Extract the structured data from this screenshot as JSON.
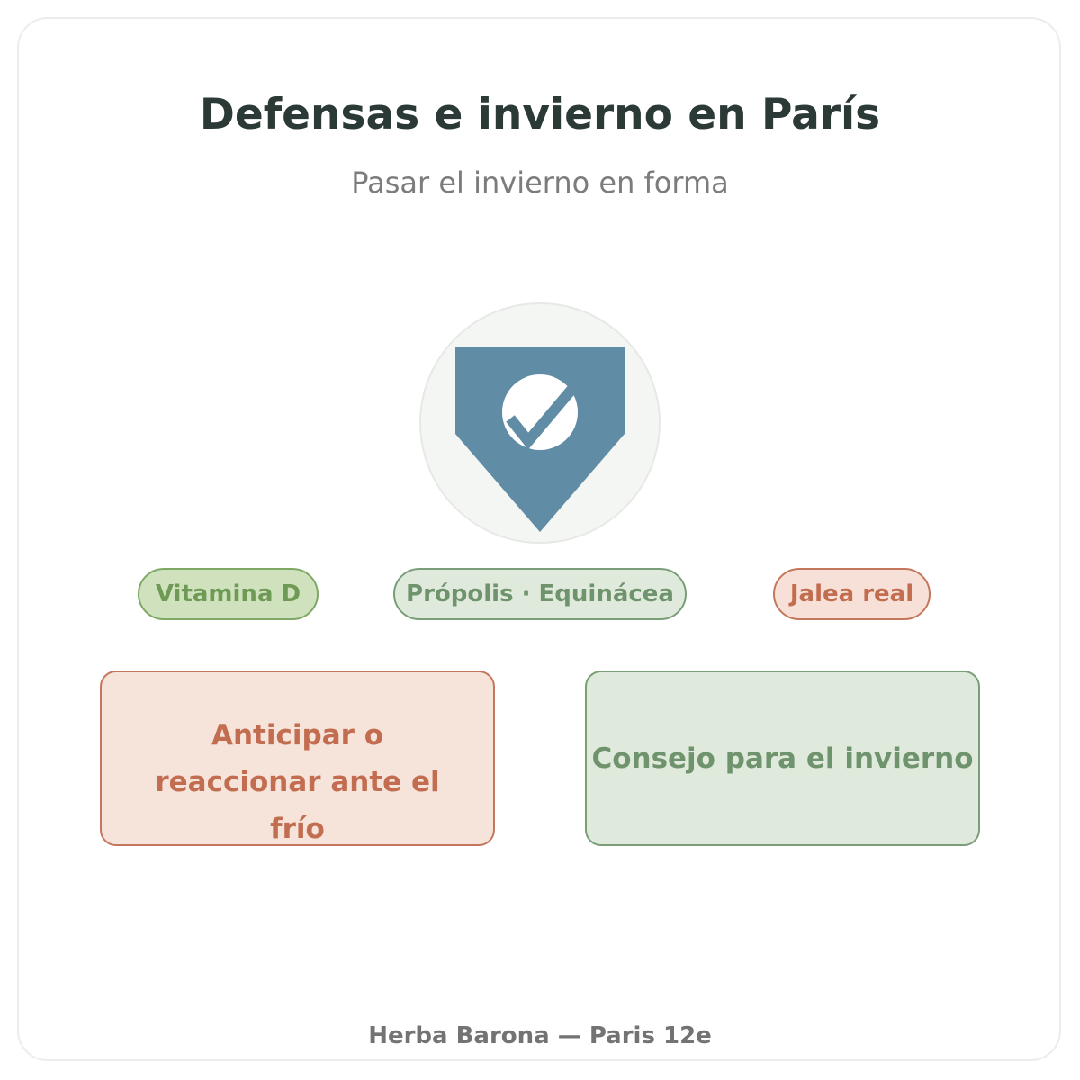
{
  "header": {
    "title": "Defensas e invierno en París",
    "subtitle": "Pasar el invierno en forma"
  },
  "emblem": {
    "icon": "shield-check-icon",
    "shield_color": "#618ca6",
    "circle_fill": "#f4f6f3"
  },
  "tags": [
    {
      "label": "Vitamina D",
      "color": "#6f9a55"
    },
    {
      "label": "Própolis · Equinácea",
      "color": "#6f936c"
    },
    {
      "label": "Jalea real",
      "color": "#c36d50"
    }
  ],
  "boxes": [
    {
      "text": "Anticipar o reaccionar ante el frío",
      "color": "#c36d50"
    },
    {
      "text": "Consejo para el invierno",
      "color": "#6f936c"
    }
  ],
  "footer": {
    "text": "Herba Barona — Paris 12e"
  }
}
